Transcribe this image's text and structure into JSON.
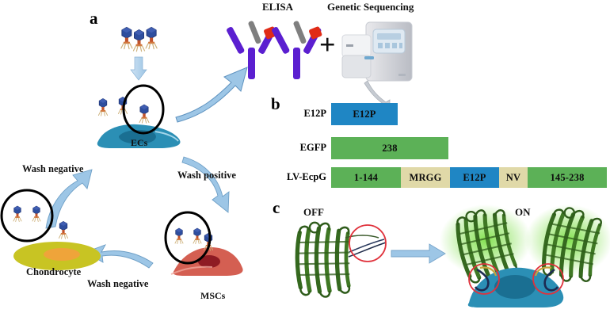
{
  "figure": {
    "panels": [
      {
        "letter": "a"
      },
      {
        "letter": "b"
      },
      {
        "letter": "c"
      }
    ]
  },
  "panel_a": {
    "letter": "a",
    "cells": [
      {
        "name": "ECs",
        "label": "ECs"
      },
      {
        "name": "MSCs",
        "label": "MSCs"
      },
      {
        "name": "Chondrocyte",
        "label": "Chondrocyte"
      }
    ],
    "steps": [
      {
        "label": "Wash negative",
        "position": "left"
      },
      {
        "label": "Wash positive",
        "position": "right"
      },
      {
        "label": "Wash negative",
        "position": "bottom"
      }
    ],
    "assays": [
      {
        "label": "ELISA"
      },
      {
        "label": "Genetic Sequencing"
      }
    ],
    "plus_sign": "+"
  },
  "panel_b": {
    "letter": "b",
    "rows": [
      {
        "label": "E12P",
        "segments": [
          {
            "text": "E12P",
            "color": "#1f86c4",
            "width": 84
          }
        ]
      },
      {
        "label": "EGFP",
        "segments": [
          {
            "text": "238",
            "color": "#5cb157",
            "width": 148
          }
        ]
      },
      {
        "label": "LV-EcpG",
        "segments": [
          {
            "text": "1-144",
            "color": "#5cb157",
            "width": 88
          },
          {
            "text": "MRGG",
            "color": "#e0d9a8",
            "width": 62
          },
          {
            "text": "E12P",
            "color": "#1f86c4",
            "width": 62
          },
          {
            "text": "NV",
            "color": "#e0d9a8",
            "width": 36
          },
          {
            "text": "145-238",
            "color": "#5cb157",
            "width": 100
          }
        ]
      }
    ]
  },
  "panel_c": {
    "letter": "c",
    "states": [
      {
        "label": "OFF"
      },
      {
        "label": "ON"
      }
    ]
  },
  "colors": {
    "bar_blue": "#1f86c4",
    "bar_green": "#5cb157",
    "bar_tan": "#e0d9a8",
    "arrow_blue": "#9dc6e6",
    "cell_ec": "#2b8fb5",
    "cell_msc": "#d45f52",
    "cell_chondrocyte": "#c8c423",
    "phage_head": "#2e4e9e",
    "antibody": "#5b1fd0",
    "antibody_tag": "#e02b16",
    "gfp_off": "#35691f",
    "gfp_on": "#49a12a",
    "circle_red": "#e0323c",
    "circle_black": "#000000"
  }
}
